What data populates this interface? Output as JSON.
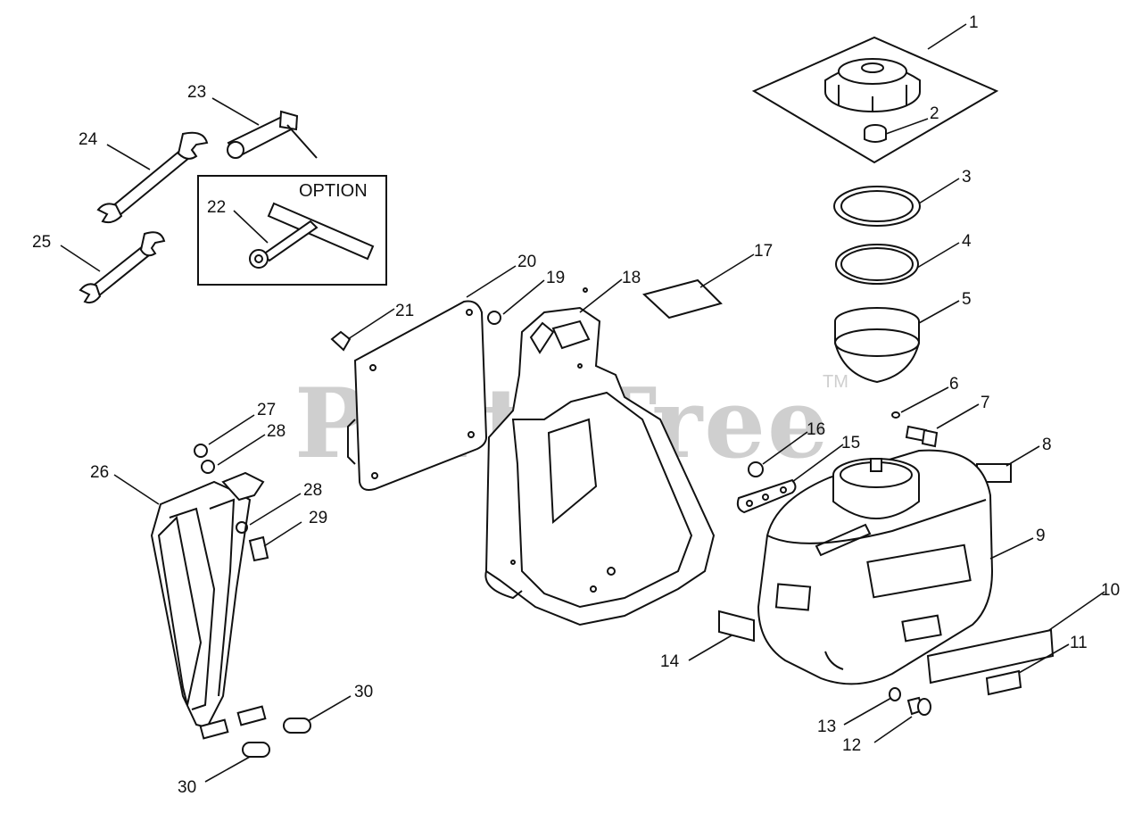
{
  "watermark": {
    "text": "PartsTree",
    "trademark": "TM"
  },
  "option_box": {
    "label": "OPTION"
  },
  "callouts": [
    "1",
    "2",
    "3",
    "4",
    "5",
    "6",
    "7",
    "8",
    "9",
    "10",
    "11",
    "12",
    "13",
    "14",
    "15",
    "16",
    "17",
    "18",
    "19",
    "20",
    "21",
    "22",
    "23",
    "24",
    "25",
    "26",
    "27",
    "28",
    "28",
    "29",
    "30",
    "30"
  ]
}
